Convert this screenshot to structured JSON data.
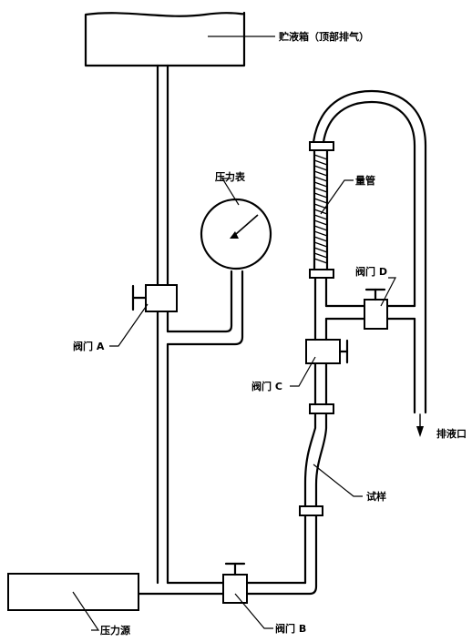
{
  "labels": {
    "reservoir": "贮液箱（顶部排气）",
    "gauge": "压力表",
    "burette": "量管",
    "valve_d": "阀门 D",
    "valve_a": "阀门 A",
    "valve_c": "阀门 C",
    "drain": "排液口",
    "specimen": "试样",
    "pressure_source": "压力源",
    "valve_b": "阀门 B"
  }
}
